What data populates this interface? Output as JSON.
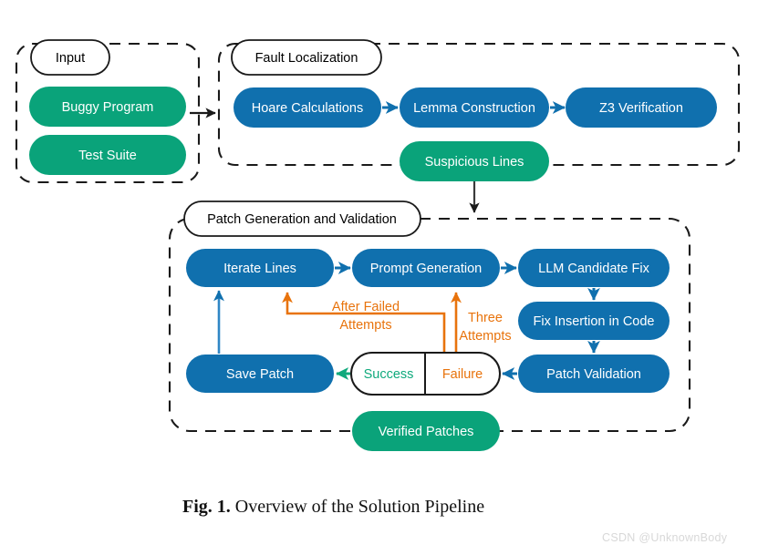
{
  "figure": {
    "caption_prefix": "Fig. 1.",
    "caption_text": "Overview of the Solution Pipeline",
    "watermark": "CSDN @UnknownBody"
  },
  "colors": {
    "blue": "#1070AE",
    "green": "#0AA37A",
    "orange": "#E8730C",
    "green_text": "#0FA97C",
    "black": "#000000",
    "white": "#FFFFFF",
    "watermark": "#D8D8D8"
  },
  "groups": [
    {
      "id": "input",
      "label": "Input"
    },
    {
      "id": "fault_localization",
      "label": "Fault Localization"
    },
    {
      "id": "patch_generation",
      "label": "Patch Generation and Validation"
    }
  ],
  "nodes": {
    "buggy_program": {
      "label": "Buggy Program",
      "color": "green"
    },
    "test_suite": {
      "label": "Test Suite",
      "color": "green"
    },
    "hoare_calculations": {
      "label": "Hoare Calculations",
      "color": "blue"
    },
    "lemma_construction": {
      "label": "Lemma Construction",
      "color": "blue"
    },
    "z3_verification": {
      "label": "Z3 Verification",
      "color": "blue"
    },
    "suspicious_lines": {
      "label": "Suspicious Lines",
      "color": "green"
    },
    "iterate_lines": {
      "label": "Iterate Lines",
      "color": "blue"
    },
    "prompt_generation": {
      "label": "Prompt Generation",
      "color": "blue"
    },
    "llm_candidate_fix": {
      "label": "LLM Candidate Fix",
      "color": "blue"
    },
    "fix_insertion": {
      "label": "Fix Insertion in Code",
      "color": "blue"
    },
    "patch_validation": {
      "label": "Patch Validation",
      "color": "blue"
    },
    "save_patch": {
      "label": "Save Patch",
      "color": "blue"
    },
    "verified_patches": {
      "label": "Verified Patches",
      "color": "green"
    },
    "decision_success": {
      "label": "Success",
      "color": "green_text"
    },
    "decision_failure": {
      "label": "Failure",
      "color": "orange"
    }
  },
  "edge_labels": {
    "after_failed_line1": "After Failed",
    "after_failed_line2": "Attempts",
    "three_line1": "Three",
    "three_line2": "Attempts"
  }
}
